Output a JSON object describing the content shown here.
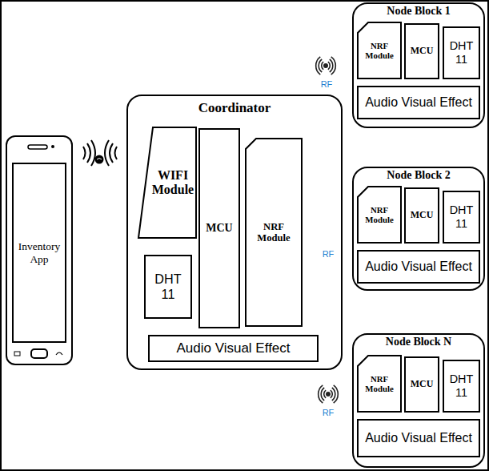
{
  "diagram": {
    "nodes": [
      {
        "text": [
          "Inventory App"
        ]
      },
      {
        "text": [
          "Coordinator"
        ]
      },
      {
        "text": [
          "WIFI Module"
        ],
        "in": 1
      },
      {
        "text": [
          "DHT 11"
        ],
        "in": 1
      },
      {
        "text": [
          "MCU"
        ],
        "in": 1
      },
      {
        "text": [
          "NRF Module"
        ],
        "in": 1
      },
      {
        "text": [
          "Audio Visual Effect"
        ],
        "in": 1
      },
      {
        "text": [
          "Node Block 1"
        ]
      },
      {
        "text": [
          "NRF Module"
        ],
        "in": 7
      },
      {
        "text": [
          "MCU"
        ],
        "in": 7
      },
      {
        "text": [
          "DHT 11"
        ],
        "in": 7
      },
      {
        "text": [
          "Audio Visual Effect"
        ],
        "in": 7
      },
      {
        "text": [
          "Node Block 2"
        ]
      },
      {
        "text": [
          "NRF Module"
        ],
        "in": 12
      },
      {
        "text": [
          "MCU"
        ],
        "in": 12
      },
      {
        "text": [
          "DHT 11"
        ],
        "in": 12
      },
      {
        "text": [
          "Audio Visual Effect"
        ],
        "in": 12
      },
      {
        "text": [
          "Node Block N"
        ]
      },
      {
        "text": [
          "NRF Module"
        ],
        "in": 17
      },
      {
        "text": [
          "MCU"
        ],
        "in": 17
      },
      {
        "text": [
          "DHT 11"
        ],
        "in": 17
      },
      {
        "text": [
          "Audio Visual Effect"
        ],
        "in": 17
      }
    ],
    "labels": [
      "RF",
      "RF",
      "RF"
    ]
  }
}
